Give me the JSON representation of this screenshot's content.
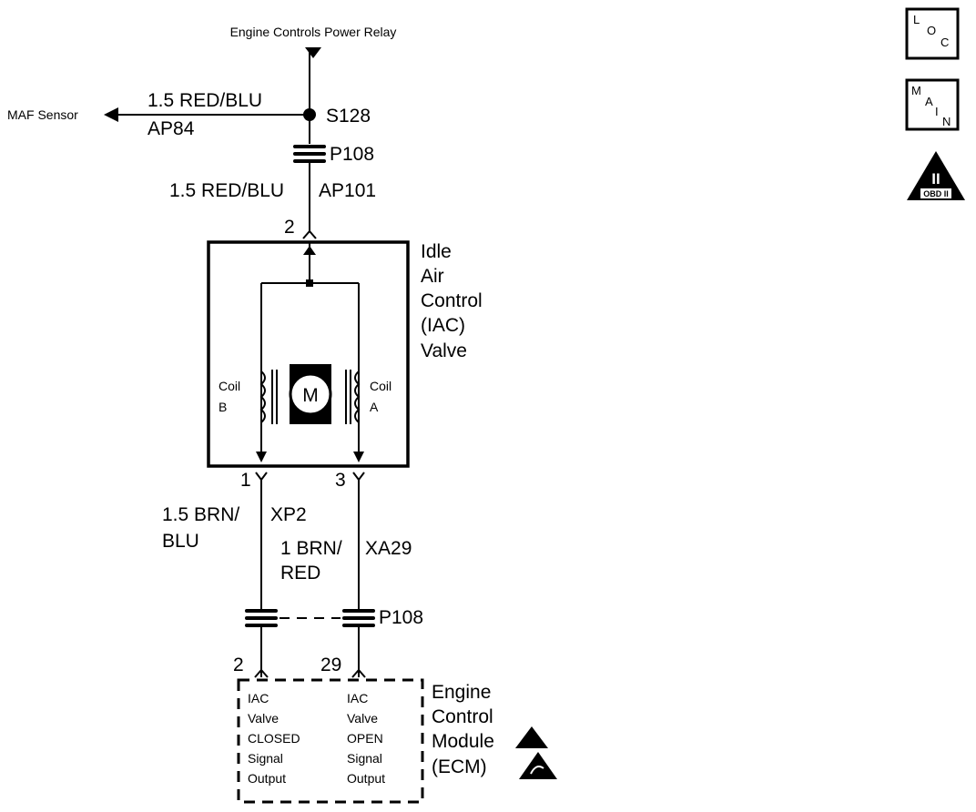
{
  "relay": {
    "label": "Engine Controls Power Relay"
  },
  "maf": {
    "label": "MAF Sensor",
    "wire": "1.5 RED/BLU",
    "circuit": "AP84"
  },
  "splice": {
    "id": "S128"
  },
  "connector_top": {
    "id": "P108"
  },
  "feed": {
    "wire": "1.5 RED/BLU",
    "circuit": "AP101"
  },
  "iac": {
    "pin_top": "2",
    "title_lines": [
      "Idle",
      "Air",
      "Control",
      "(IAC)",
      "Valve"
    ],
    "coil_b": [
      "Coil",
      "B"
    ],
    "coil_a": [
      "Coil",
      "A"
    ],
    "motor": "M",
    "pin_left": "1",
    "pin_right": "3"
  },
  "wire_left": {
    "lines": [
      "1.5 BRN/",
      "BLU"
    ],
    "circuit": "XP2"
  },
  "wire_right": {
    "lines": [
      "1 BRN/",
      "RED"
    ],
    "circuit": "XA29"
  },
  "connector_bottom": {
    "id": "P108"
  },
  "ecm": {
    "pin_left": "2",
    "pin_right": "29",
    "title_lines": [
      "Engine",
      "Control",
      "Module",
      "(ECM)"
    ],
    "left_signal": [
      "IAC",
      "Valve",
      "CLOSED",
      "Signal",
      "Output"
    ],
    "right_signal": [
      "IAC",
      "Valve",
      "OPEN",
      "Signal",
      "Output"
    ]
  },
  "icons": {
    "loc": {
      "letters": [
        "L",
        "O",
        "C"
      ]
    },
    "main": {
      "letters": [
        "M",
        "A",
        "I",
        "N"
      ]
    },
    "obd": {
      "numeral": "II",
      "text": "OBD II"
    }
  }
}
